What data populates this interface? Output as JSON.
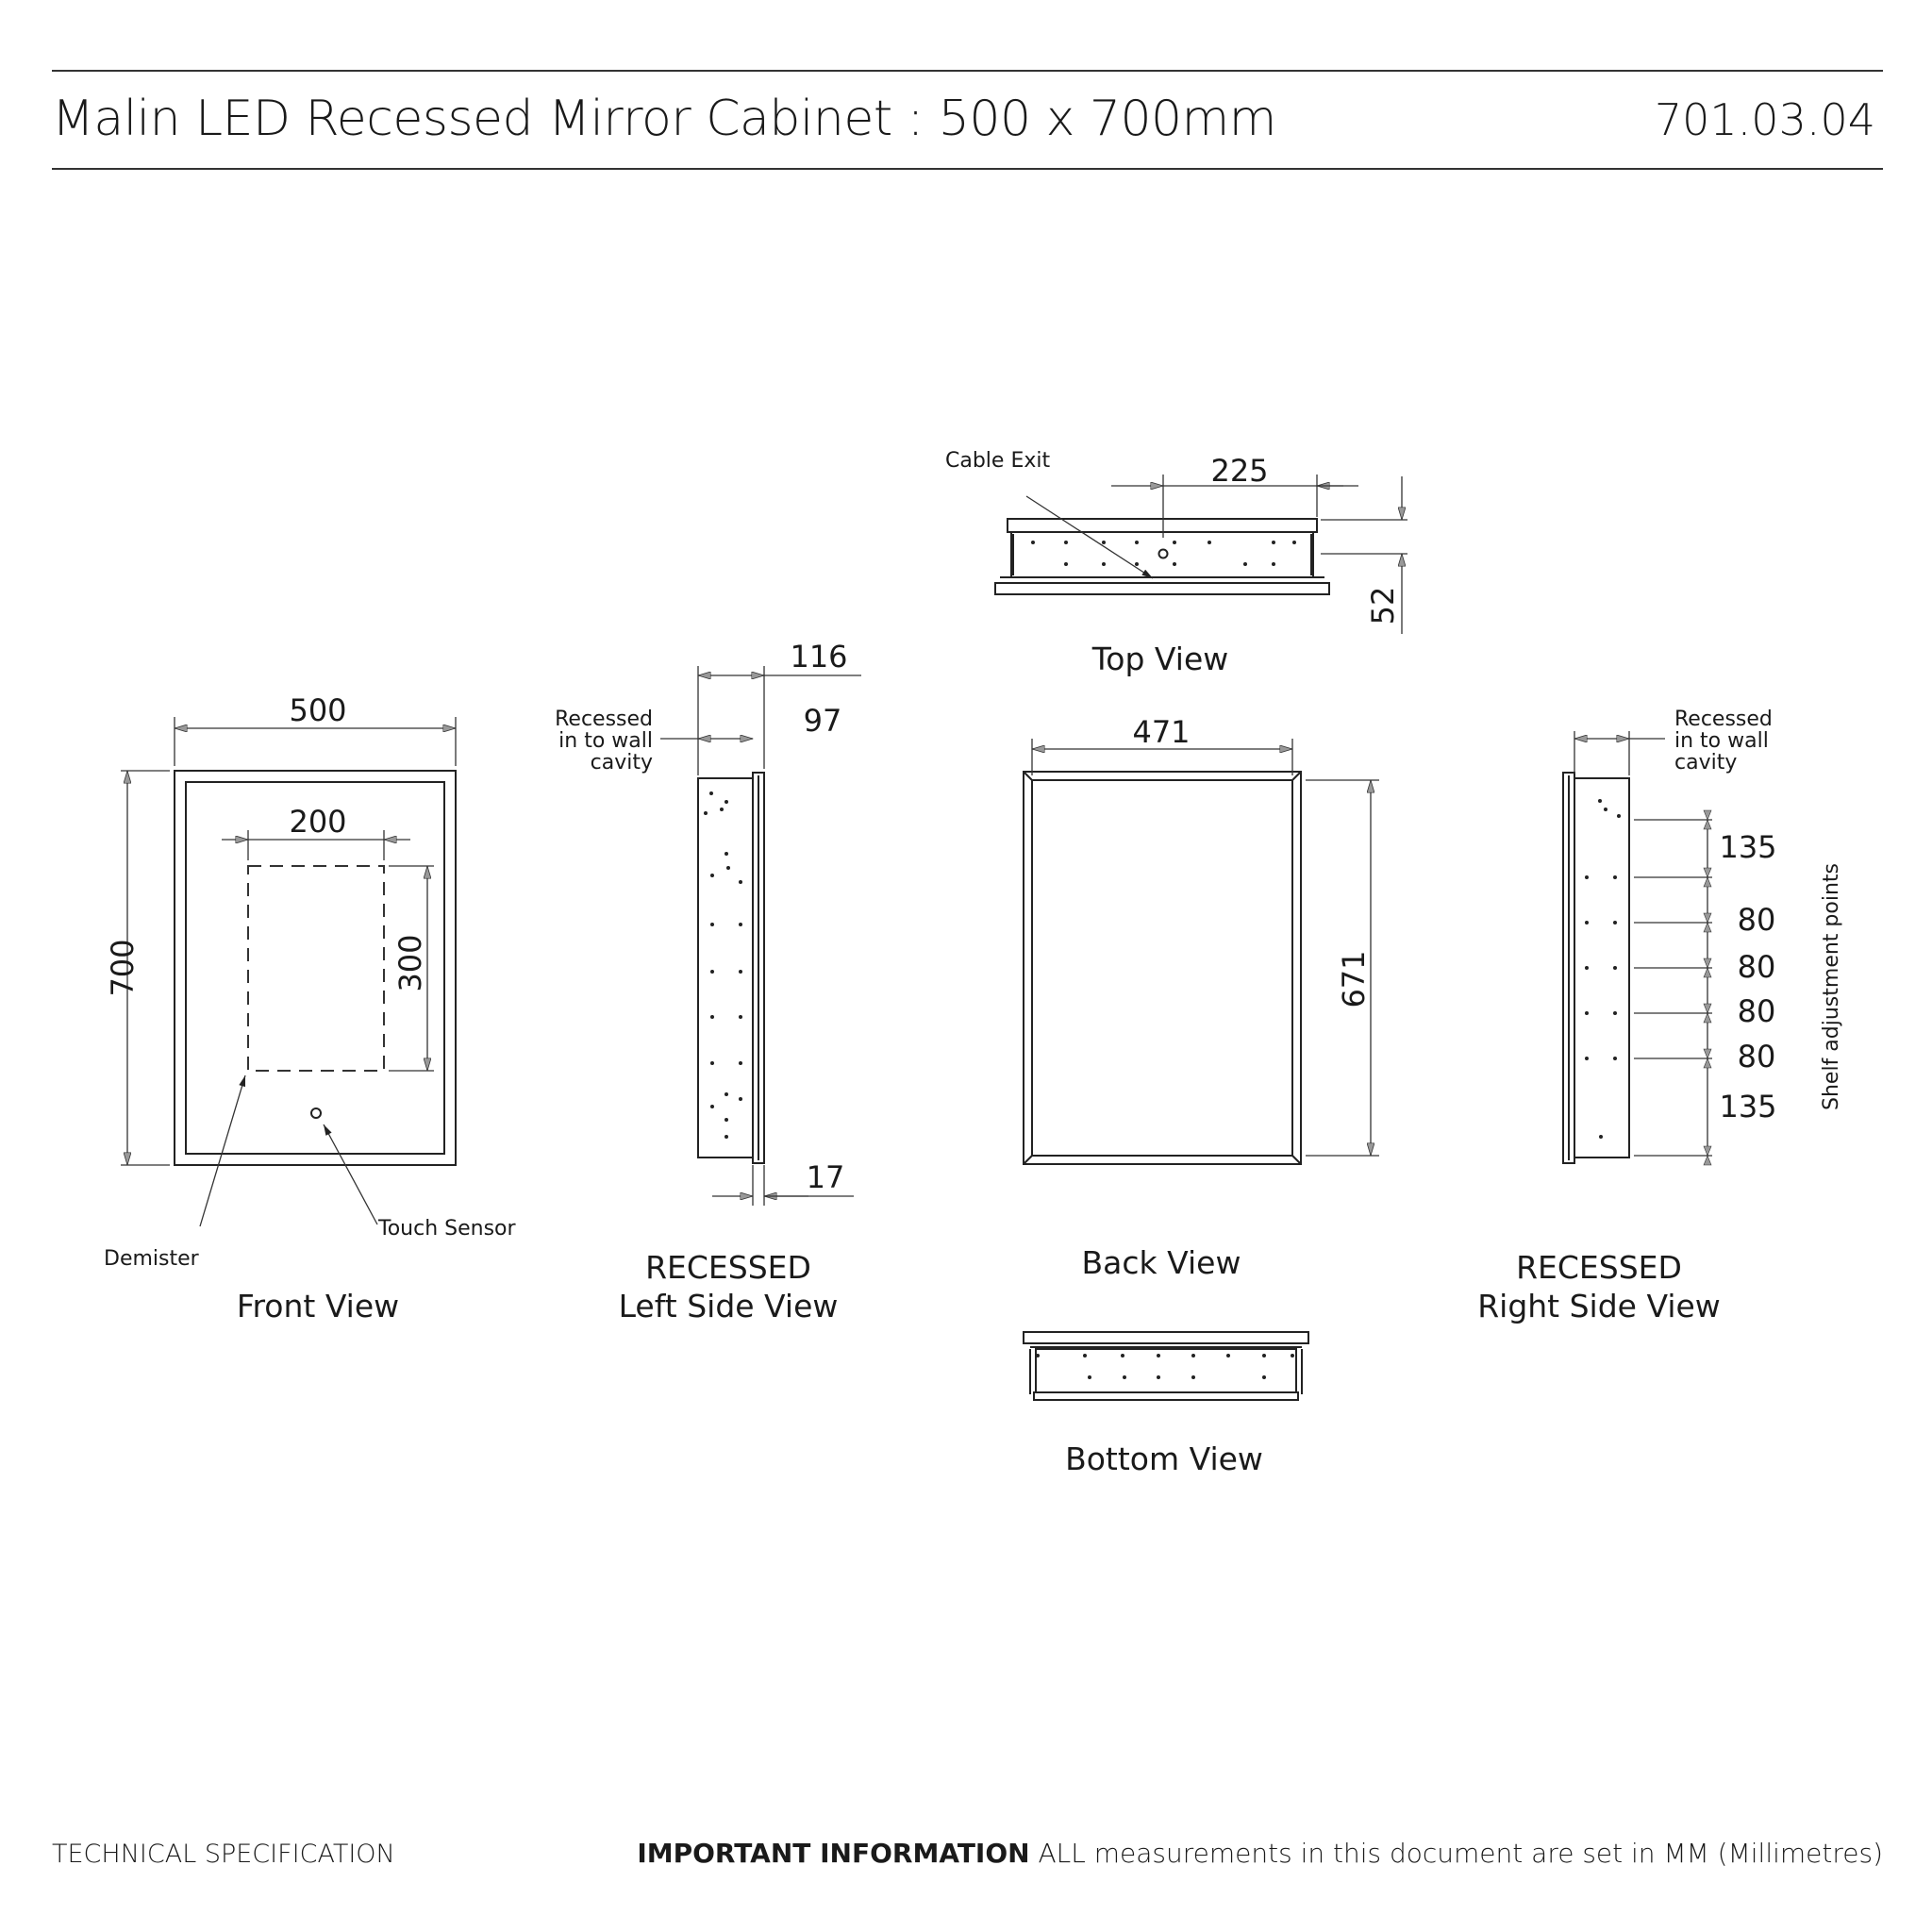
{
  "header": {
    "title": "Malin LED Recessed Mirror Cabinet : 500 x 700mm",
    "code": "701.03.04"
  },
  "front_view": {
    "label": "Front View",
    "width_dim": "500",
    "height_dim": "700",
    "demister_width_dim": "200",
    "demister_height_dim": "300",
    "demister_label": "Demister",
    "touch_sensor_label": "Touch Sensor"
  },
  "left_side_view": {
    "label_line1": "RECESSED",
    "label_line2": "Left Side View",
    "overall_depth_dim": "116",
    "recess_depth_dim": "97",
    "front_depth_dim": "17",
    "recess_note": [
      "Recessed",
      "in to wall",
      "cavity"
    ]
  },
  "top_view": {
    "label": "Top View",
    "cable_exit_label": "Cable Exit",
    "cable_offset_dim": "225",
    "cable_depth_dim": "52"
  },
  "back_view": {
    "label": "Back View",
    "width_dim": "471",
    "height_dim": "671"
  },
  "bottom_view": {
    "label": "Bottom View"
  },
  "right_side_view": {
    "label_line1": "RECESSED",
    "label_line2": "Right Side View",
    "recess_note": [
      "Recessed",
      "in to wall",
      "cavity"
    ],
    "shelf_spacing_dims": [
      "135",
      "80",
      "80",
      "80",
      "80",
      "135"
    ],
    "shelf_points_label": "Shelf adjustment points"
  },
  "footer": {
    "left": "TECHNICAL SPECIFICATION",
    "important_bold": "IMPORTANT INFORMATION",
    "important_text": " ALL measurements in this document are set in MM (Millimetres)"
  }
}
